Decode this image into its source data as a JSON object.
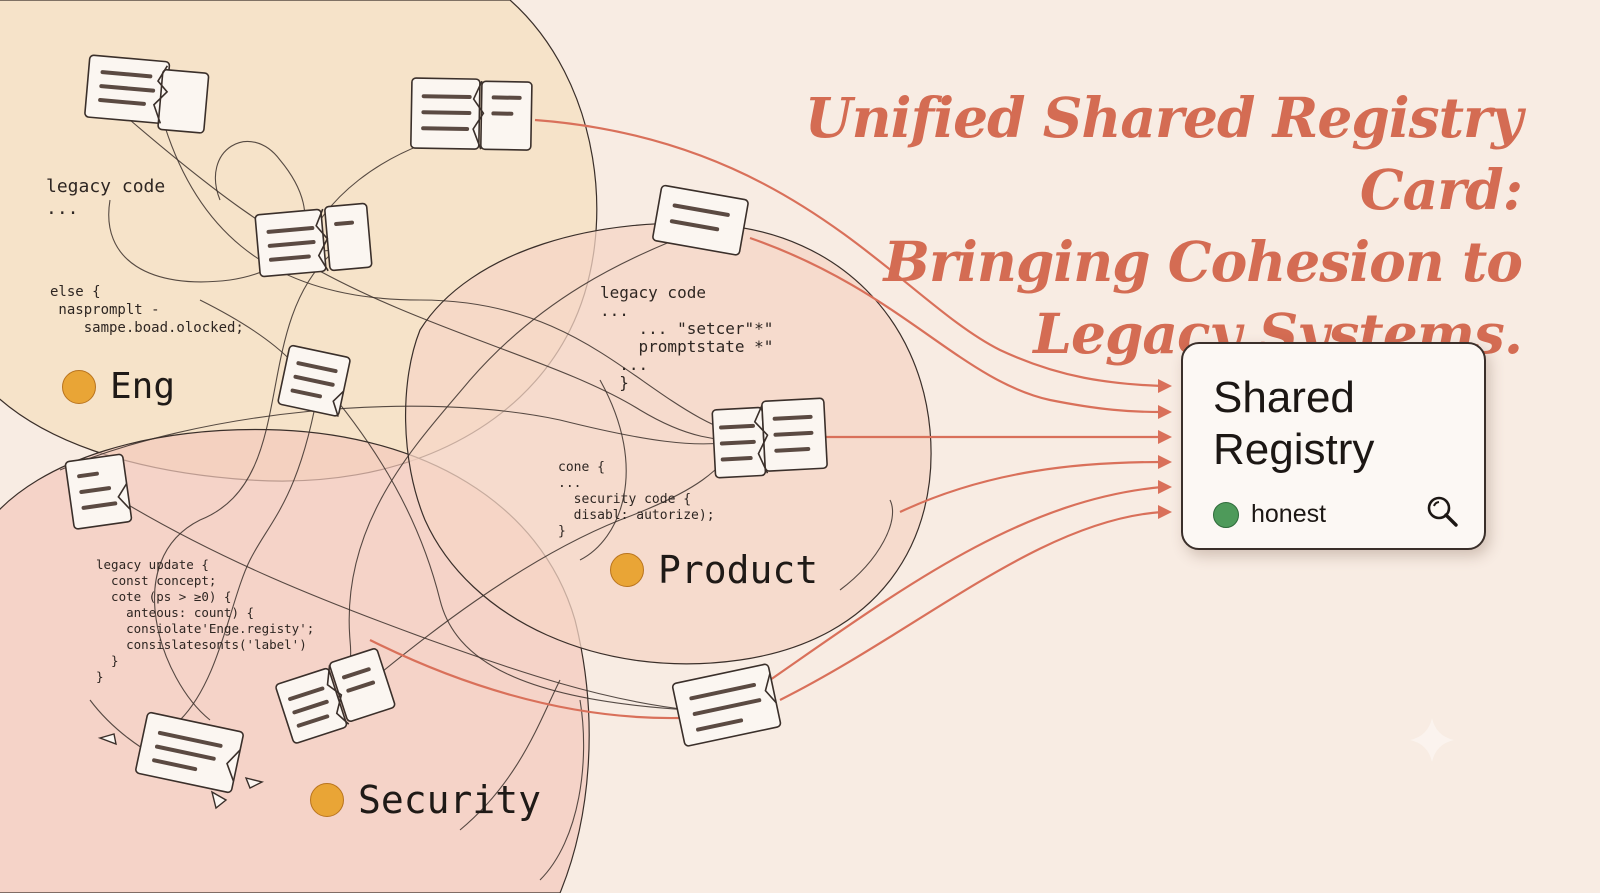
{
  "title_lines": [
    "Unified Shared Registry Card:",
    "Bringing Cohesion to",
    "Legacy Systems."
  ],
  "teams": {
    "eng": {
      "label": "Eng"
    },
    "product": {
      "label": "Product"
    },
    "security": {
      "label": "Security"
    }
  },
  "code_snippets": {
    "eng_top": "legacy code\n...",
    "eng_else": "else {\n naspromplt -\n    sampe.boad.olocked;",
    "product_top": "legacy code\n...\n    ... \"setcer\"*\"\n    promptstate *\"\n  ...\n  }",
    "product_security": "cone {\n...\n  security code {\n  disabl: autorize);\n}",
    "security": "legacy update {\n  const concept;\n  cote (ps > ≥0) {\n    anteous: count) {\n    consiolate'Enge.registy';\n    consislatesonts('label')\n  }\n}"
  },
  "registry_card": {
    "title_line1": "Shared",
    "title_line2": "Registry",
    "status_label": "honest",
    "status_color": "#4e9a5a"
  },
  "icons": {
    "search": "search-icon",
    "document": "document-icon"
  },
  "colors": {
    "accent": "#d46c53",
    "arrow": "#d9705a",
    "team_dot": "#e9a536",
    "background": "#f8ece3"
  }
}
